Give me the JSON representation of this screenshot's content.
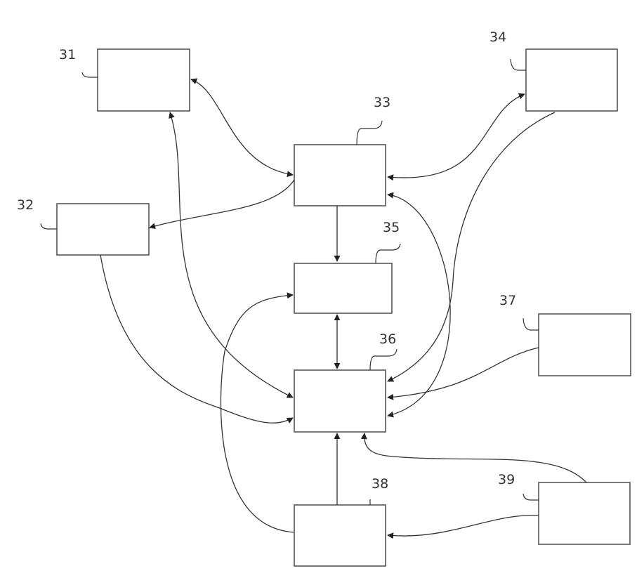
{
  "diagram": {
    "labels": {
      "n31": "31",
      "n32": "32",
      "n33": "33",
      "n34": "34",
      "n35": "35",
      "n36": "36",
      "n37": "37",
      "n38": "38",
      "n39": "39"
    }
  }
}
